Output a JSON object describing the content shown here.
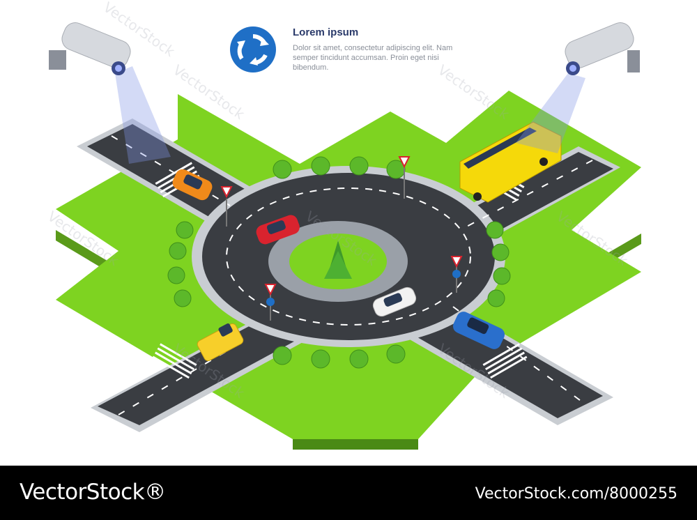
{
  "info": {
    "title": "Lorem ipsum",
    "body": "Dolor sit amet, consectetur adipiscing elit. Nam semper tincidunt accumsan. Proin eget nisi bibendum.",
    "icon": "roundabout-sign-icon"
  },
  "watermark": "VectorStock",
  "footer": {
    "brand": "VectorStock®",
    "url": "VectorStock.com/8000255"
  },
  "colors": {
    "grass": "#7ed321",
    "grass_side": "#5a9a1a",
    "road": "#3a3d42",
    "sidewalk": "#c9cdd2",
    "sign_blue": "#1f6fc6",
    "bus": "#f5d90a",
    "car_red": "#d9232e",
    "car_orange": "#f08a1a",
    "car_blue": "#2a6fcc",
    "van": "#f7cf2a",
    "car_white": "#f2f2f2"
  }
}
